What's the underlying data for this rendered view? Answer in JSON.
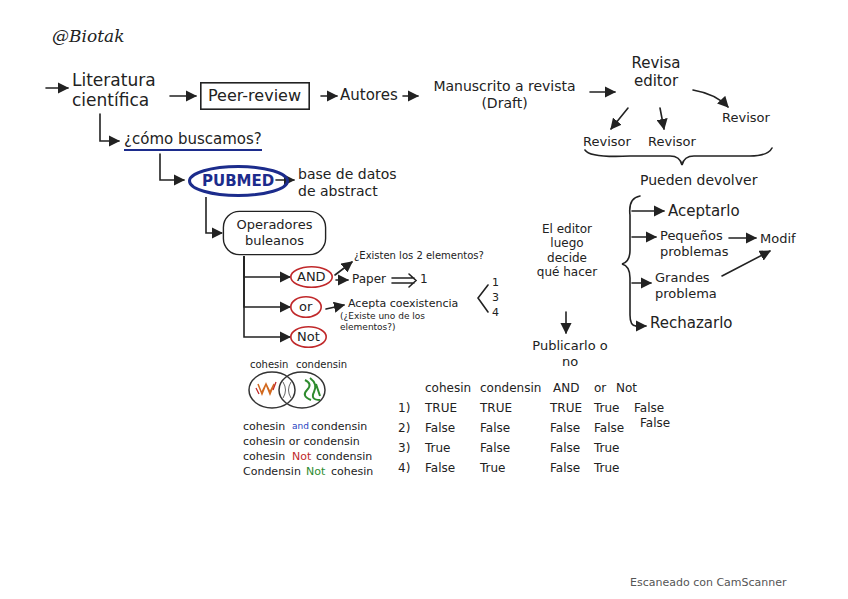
{
  "diagram": {
    "nodes": [
      {
        "text": [
          "Peer-review"
        ]
      },
      {
        "text": [
          "PUBMED"
        ]
      },
      {
        "text": [
          "Operadores buleanos"
        ]
      },
      {
        "text": [
          "AND"
        ]
      },
      {
        "text": [
          "or"
        ]
      },
      {
        "text": [
          "Not"
        ]
      }
    ],
    "edges": [
      {
        "from": 1,
        "to": 2,
        "arrow": "to"
      },
      {
        "from": 2,
        "to": 3,
        "arrow": "to"
      },
      {
        "from": 2,
        "to": 4,
        "arrow": "to"
      },
      {
        "from": 2,
        "to": 5,
        "arrow": "to"
      }
    ],
    "labels": [
      "@Biotak",
      "Literatura científica",
      "Autores",
      "Manuscrito a revista (Draft)",
      "Revisa editor",
      "Revisor",
      "Revisor",
      "Revisor",
      "¿cómo buscamos?",
      "base de datos de abstract",
      "¿Existen los 2 elementos?",
      "Paper",
      "1",
      "Acepta coexistencia",
      "(¿Existe uno de los elementos?)",
      "1",
      "3",
      "4",
      "cohesin",
      "condensin",
      "cohesin",
      "and",
      "condensin",
      "cohesin or condensin",
      "cohesin",
      "Not",
      "condensin",
      "Condensin",
      "Not",
      "cohesin",
      "cohesin",
      "condensin",
      "AND",
      "or",
      "Not",
      "1)",
      "TRUE",
      "TRUE",
      "TRUE",
      "True",
      "False",
      "2)",
      "False",
      "False",
      "False",
      "False",
      "False",
      "3)",
      "True",
      "False",
      "False",
      "True",
      "4)",
      "False",
      "True",
      "False",
      "True",
      "Pueden devolver",
      "Aceptarlo",
      "Pequeños problemas",
      "Modif",
      "Grandes problema",
      "Rechazarlo",
      "El editor luego decide qué hacer",
      "Publicarlo o no",
      "Escaneado con CamScanner"
    ]
  }
}
